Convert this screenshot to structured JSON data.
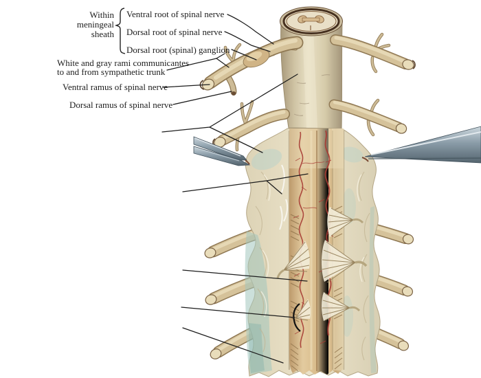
{
  "figure": {
    "bracket_label": {
      "line1": "Within",
      "line2": "meningeal",
      "line3": "sheath"
    },
    "labels": {
      "ventral_root": "Ventral root of spinal nerve",
      "dorsal_root": "Dorsal root of spinal nerve",
      "dorsal_root_ganglion": "Dorsal root (spinal) ganglion",
      "rami_line1": "White and gray rami communicantes",
      "rami_line2": "to and from sympathetic trunk",
      "ventral_ramus": "Ventral ramus of spinal nerve",
      "dorsal_ramus": "Dorsal ramus of spinal nerve"
    },
    "unlabeled_pointer_lines": 5,
    "colors": {
      "bg": "#ffffff",
      "ink": "#1c1c1c",
      "nerve-tan": "#d5c29a",
      "nerve-outline": "#8f7853",
      "sheath-cream": "#ddd3b4",
      "dura-flap": "#e7dfc6",
      "cord-tan": "#d9bc8c",
      "vessel-red": "#a63c34",
      "wash-teal": "#a2c6bd",
      "ligament-white": "#f2ecd8",
      "metal-gray": "#8a9ca8"
    }
  }
}
